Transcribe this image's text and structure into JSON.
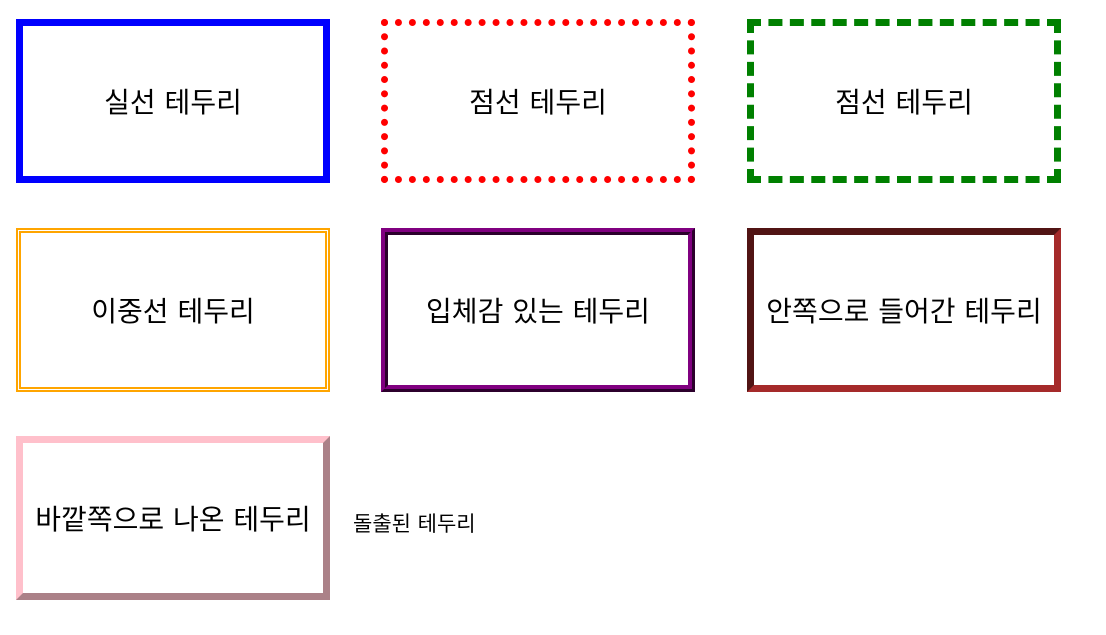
{
  "boxes": {
    "solid": {
      "label": "실선 테두리",
      "color": "#0000ff",
      "style": "solid"
    },
    "dotted": {
      "label": "점선 테두리",
      "color": "#ff0000",
      "style": "dotted"
    },
    "dashed": {
      "label": "점선 테두리",
      "color": "#008000",
      "style": "dashed"
    },
    "double": {
      "label": "이중선 테두리",
      "color": "#ffa500",
      "style": "double"
    },
    "ridge": {
      "label": "입체감 있는 테두리",
      "color": "#800080",
      "style": "ridge"
    },
    "inset": {
      "label": "안쪽으로 들어간 테두리",
      "color": "#a52a2a",
      "style": "inset"
    },
    "outset": {
      "label": "바깥쪽으로 나온 테두리",
      "color": "#ffc0cb",
      "style": "outset"
    }
  },
  "caption": "돌출된 테두리"
}
